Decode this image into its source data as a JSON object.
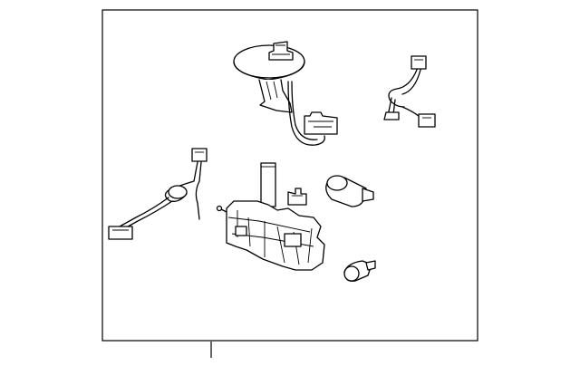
{
  "diagram": {
    "title": "",
    "frame_color": "#000000",
    "background_color": "#ffffff",
    "parts": [
      {
        "name": "fuel-pump-flange-with-wiring"
      },
      {
        "name": "wire-harness-upper-right"
      },
      {
        "name": "wire-harness-left"
      },
      {
        "name": "fuel-pump-bracket-assembly"
      },
      {
        "name": "fuel-level-sender"
      },
      {
        "name": "fuel-pump-motor"
      },
      {
        "name": "fuel-filter-strainer"
      }
    ]
  }
}
